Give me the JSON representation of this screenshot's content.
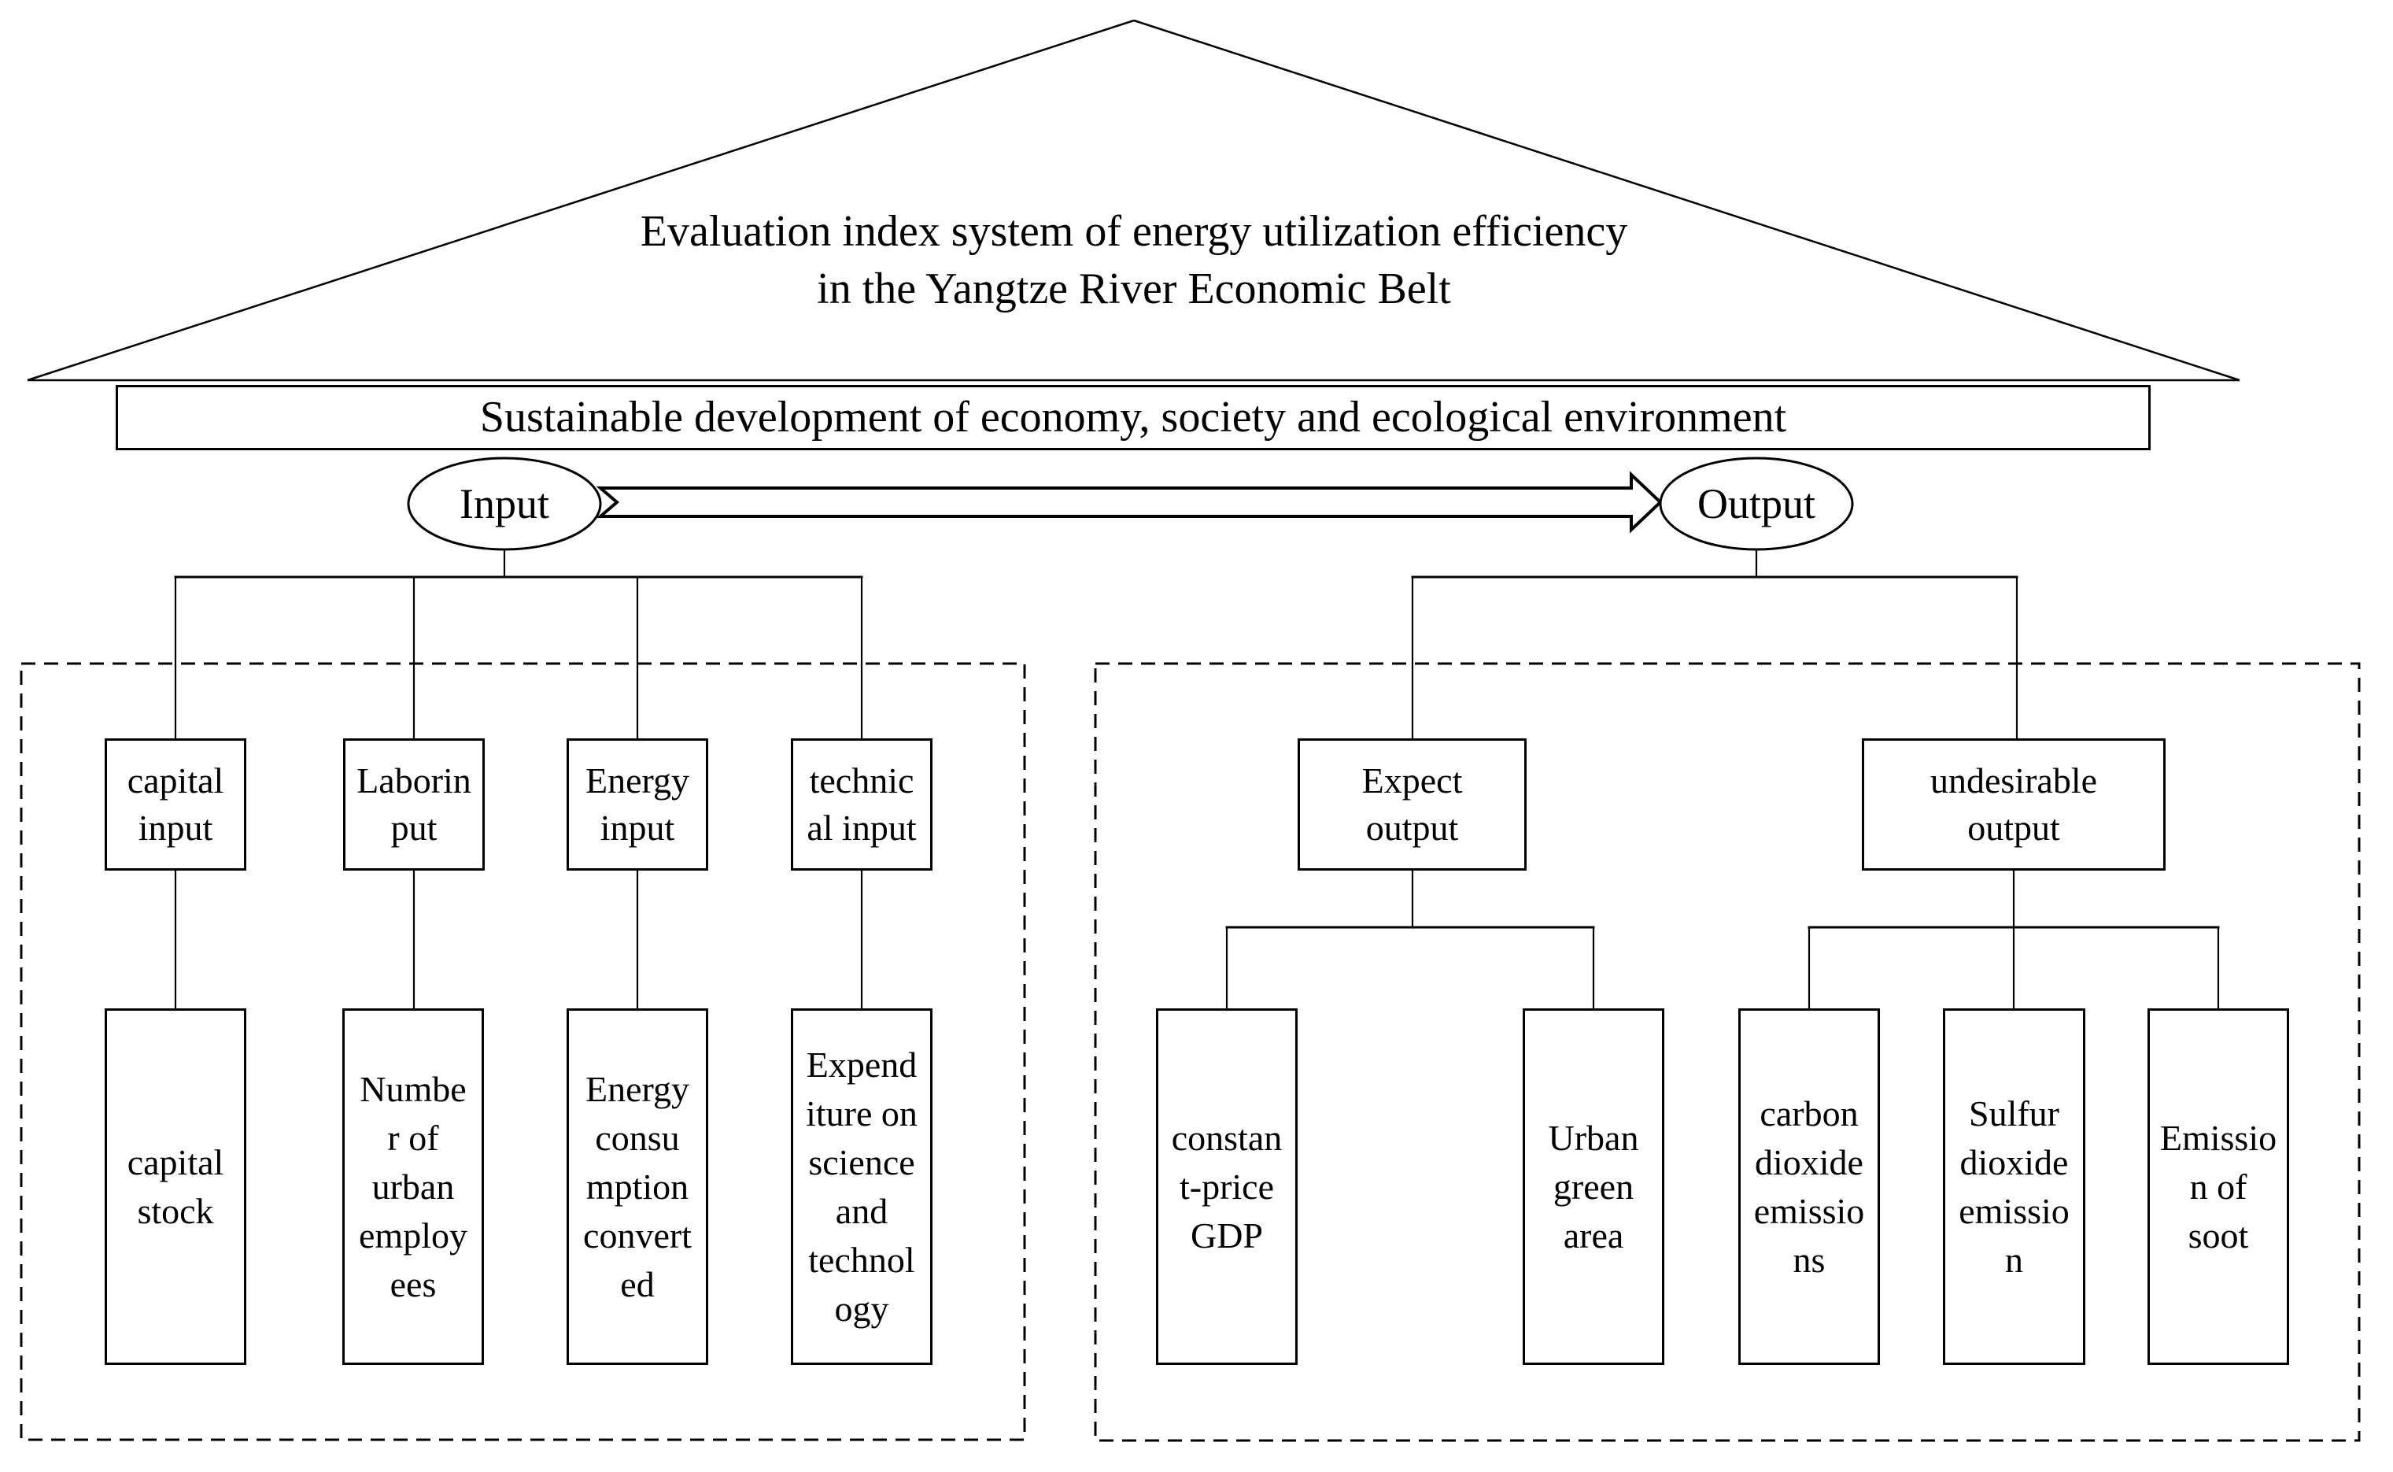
{
  "diagram": {
    "title": "Evaluation index system of energy utilization efficiency\nin the Yangtze River Economic Belt",
    "banner": "Sustainable development of economy, society and ecological environment",
    "colors": {
      "line": "#000000",
      "background": "#ffffff"
    },
    "input": {
      "node": "Input",
      "groups": [
        {
          "category": "capital\ninput",
          "indicator": "capital\nstock"
        },
        {
          "category": "Laborin\nput",
          "indicator": "Numbe\nr of\nurban\nemploy\nees"
        },
        {
          "category": "Energy\ninput",
          "indicator": "Energy\nconsu\nmption\nconvert\ned"
        },
        {
          "category": "technic\nal input",
          "indicator": "Expend\niture on\nscience\nand\ntechnol\nogy"
        }
      ]
    },
    "output": {
      "node": "Output",
      "groups": [
        {
          "category": "Expect\noutput",
          "indicators": [
            "constan\nt-price\nGDP",
            "Urban\ngreen\narea"
          ]
        },
        {
          "category": "undesirable\noutput",
          "indicators": [
            "carbon\ndioxide\nemissio\nns",
            "Sulfur\ndioxide\nemissio\nn",
            "Emissio\nn of\nsoot"
          ]
        }
      ]
    }
  }
}
